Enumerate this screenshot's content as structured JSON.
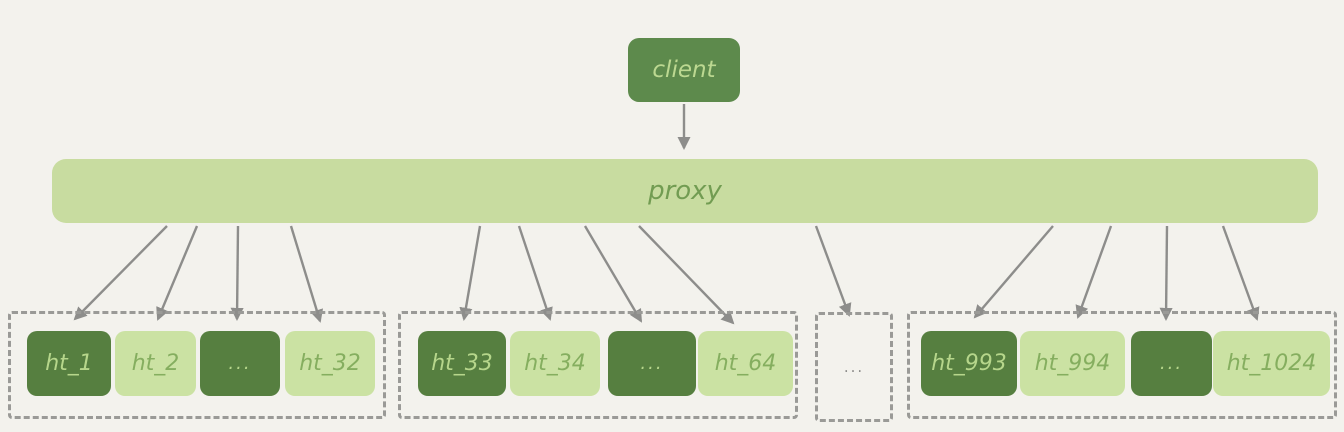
{
  "nodes": {
    "client": "client",
    "proxy": "proxy"
  },
  "groups": [
    {
      "boxes": [
        {
          "label": "ht_1",
          "variant": "dark"
        },
        {
          "label": "ht_2",
          "variant": "light"
        },
        {
          "label": "...",
          "variant": "dark"
        },
        {
          "label": "ht_32",
          "variant": "light"
        }
      ]
    },
    {
      "boxes": [
        {
          "label": "ht_33",
          "variant": "dark"
        },
        {
          "label": "ht_34",
          "variant": "light"
        },
        {
          "label": "...",
          "variant": "dark"
        },
        {
          "label": "ht_64",
          "variant": "light"
        }
      ]
    },
    {
      "boxes": [
        {
          "label": "ht_993",
          "variant": "dark"
        },
        {
          "label": "ht_994",
          "variant": "light"
        },
        {
          "label": "...",
          "variant": "dark"
        },
        {
          "label": "ht_1024",
          "variant": "light"
        }
      ]
    }
  ],
  "ellipsis_group_label": "...",
  "colors": {
    "background": "#f3f2ed",
    "client_green": "#5d8a4c",
    "proxy_green": "#c8dca0",
    "dark_box_green": "#567f40",
    "light_box_green": "#cbe2a3",
    "text_on_dark": "#b6d68b",
    "text_on_light": "#85ae5f",
    "arrow_gray": "#8d8d8b",
    "dashed_border_gray": "#9a9a97"
  }
}
